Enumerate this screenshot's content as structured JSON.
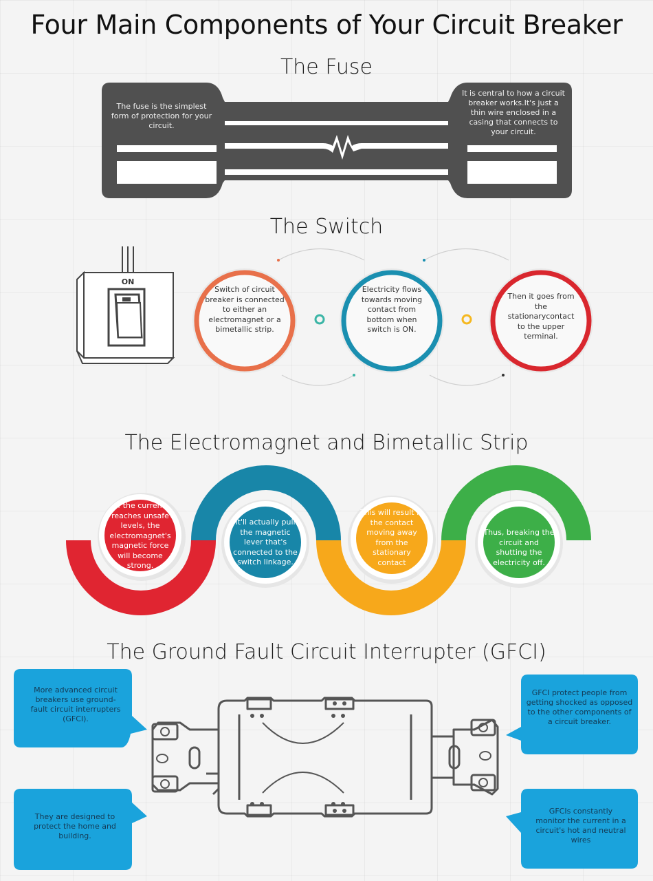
{
  "title": "Four Main Components of Your Circuit Breaker",
  "fuse": {
    "heading": "The Fuse",
    "left_text": "The fuse is the simplest form of protection for your circuit.",
    "right_text": "It is central to how a circuit breaker works.It's just a thin wire enclosed in a casing that connects to your circuit."
  },
  "switch": {
    "heading": "The Switch",
    "on_label": "ON",
    "steps": [
      {
        "text": "Switch of circuit breaker is connected to either an electromagnet or a bimetallic strip.",
        "color": "#e8704a"
      },
      {
        "text": "Electricity flows towards moving contact from bottom when switch is ON.",
        "color": "#1a8fb0"
      },
      {
        "text": "Then it goes from the stationarycontact to the upper terminal.",
        "color": "#d9272e"
      }
    ],
    "connector_colors": [
      "#3bb5a6",
      "#f5b820"
    ]
  },
  "electromagnet": {
    "heading": "The Electromagnet and Bimetallic Strip",
    "steps": [
      {
        "text": "If the current reaches unsafe levels, the electromagnet's magnetic force will become strong.",
        "color": "#e02531"
      },
      {
        "text": "It'll actually pull the magnetic lever that's connected to the switch linkage.",
        "color": "#1886a8"
      },
      {
        "text": "This will result in the contact moving away from the stationary contact",
        "color": "#f7a81b"
      },
      {
        "text": "Thus, breaking the circuit and shutting the electricity off.",
        "color": "#3daf48"
      }
    ]
  },
  "gfci": {
    "heading": "The Ground Fault Circuit Interrupter (GFCI)",
    "callout_color": "#1aa3dc",
    "callouts": {
      "top_left": "More advanced circuit breakers use ground-fault circuit interrupters (GFCI).",
      "bottom_left": "They are designed to protect the home and building.",
      "top_right": "GFCI protect people from getting shocked as opposed to the other components of a circuit breaker.",
      "bottom_right": "GFCIs constantly monitor the current in a circuit's hot and neutral wires"
    }
  }
}
